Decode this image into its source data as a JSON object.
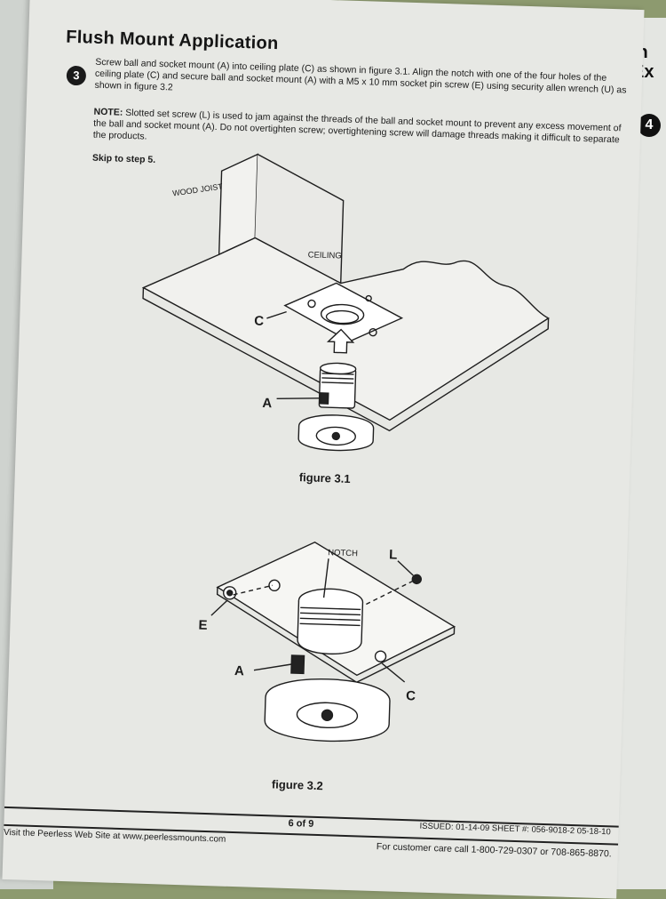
{
  "page": {
    "title": "Flush Mount Application",
    "step_number": "3",
    "step_text": "Screw ball and socket mount (A) into ceiling plate (C) as shown in figure 3.1. Align the notch with one of the four holes of the ceiling plate (C) and secure ball and socket mount (A) with a M5 x 10 mm socket pin screw (E) using security allen wrench (U) as shown in figure 3.2",
    "note_label": "NOTE:",
    "note_text": "Slotted set screw (L) is used to jam against the threads of the ball and socket mount to prevent any excess movement of the ball and socket mount (A). Do not overtighten screw; overtightening screw will damage threads making it difficult to separate the products.",
    "skip_text": "Skip to step 5."
  },
  "figure1": {
    "caption": "figure 3.1",
    "labels": {
      "wood_joist": "WOOD JOIST",
      "ceiling": "CEILING",
      "c": "C",
      "a": "A"
    }
  },
  "figure2": {
    "caption": "figure 3.2",
    "labels": {
      "notch": "NOTCH",
      "l": "L",
      "e": "E",
      "a": "A",
      "c": "C"
    }
  },
  "footer": {
    "page": "6 of 9",
    "issued": "ISSUED: 01-14-09   SHEET #: 056-9018-2   05-18-10",
    "website": "Visit the Peerless Web Site at www.peerlessmounts.com",
    "customer_care": "For customer care call 1-800-729-0307 or 708-865-8870."
  },
  "adjacent_page": {
    "line1": "In",
    "line2": "Ex",
    "step": "4"
  }
}
